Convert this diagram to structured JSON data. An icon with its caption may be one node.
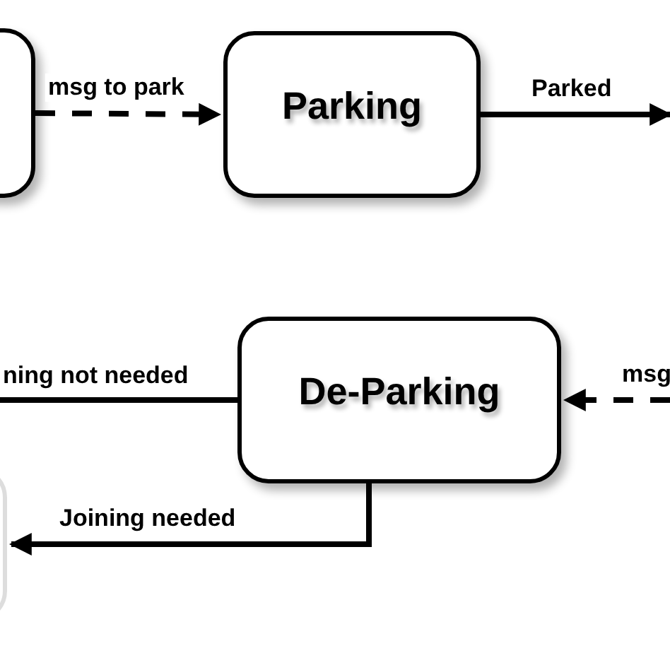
{
  "diagram": {
    "nodes": [
      {
        "text": [],
        "shape": "box"
      },
      {
        "text": [
          "Parking"
        ]
      },
      {
        "text": [
          "De-Parking"
        ]
      },
      {
        "text": [],
        "shape": "box"
      }
    ],
    "edges": [
      {
        "from": 0,
        "to": 1,
        "arrow": "to",
        "label": "msg to park",
        "style": "dashed"
      },
      {
        "from": 1,
        "to": null,
        "arrow": "to",
        "label": "Parked"
      },
      {
        "from": null,
        "to": 2,
        "arrow": "to",
        "label": "msg",
        "style": "dashed"
      },
      {
        "from": 2,
        "to": null,
        "arrow": "none",
        "label": "ning not needed"
      },
      {
        "from": 2,
        "to": 3,
        "arrow": "to",
        "label": "Joining needed"
      }
    ]
  }
}
